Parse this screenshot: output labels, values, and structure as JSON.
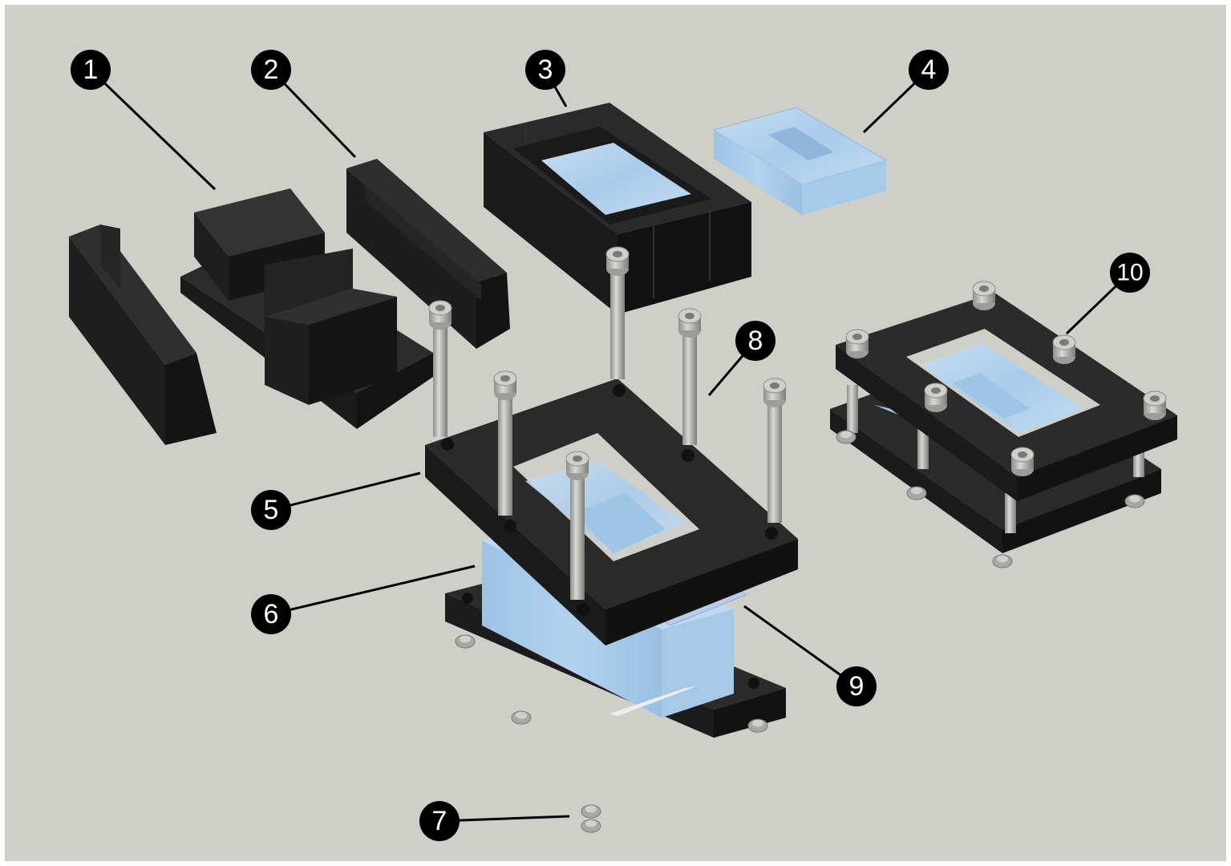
{
  "colors": {
    "background": "#cfcfca",
    "frame": "#ffffff",
    "part_black_top": "#2b2b2b",
    "part_black_side": "#1c1c1c",
    "part_black_front": "#141414",
    "acrylic_top": "#b7d3ec",
    "acrylic_side": "#9fc6e6",
    "screw": "#b9b9b5",
    "callout": "#000000"
  },
  "callouts": [
    {
      "id": "1",
      "label": "1"
    },
    {
      "id": "2",
      "label": "2"
    },
    {
      "id": "3",
      "label": "3"
    },
    {
      "id": "4",
      "label": "4"
    },
    {
      "id": "5",
      "label": "5"
    },
    {
      "id": "6",
      "label": "6"
    },
    {
      "id": "7",
      "label": "7"
    },
    {
      "id": "8",
      "label": "8"
    },
    {
      "id": "9",
      "label": "9"
    },
    {
      "id": "10",
      "label": "10"
    }
  ]
}
